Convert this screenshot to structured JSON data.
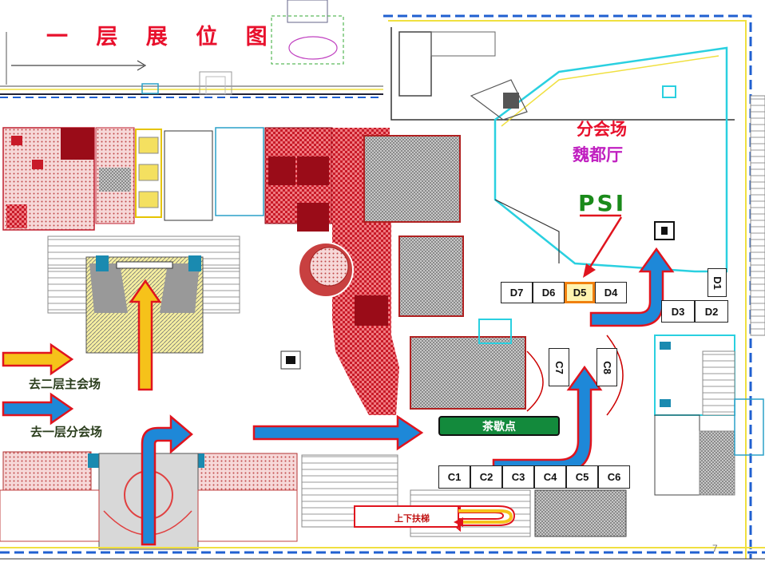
{
  "title": "一 层 展 位 图",
  "hall": {
    "line1": "分会场",
    "line2": "魏都厅"
  },
  "sponsor": "PSI",
  "legend": {
    "to_floor2": "去二层主会场",
    "to_floor1": "去一层分会场"
  },
  "tea_break": "茶歇点",
  "escalator": "上下扶梯",
  "page_number": "7",
  "booths_c": [
    "C1",
    "C2",
    "C3",
    "C4",
    "C5",
    "C6"
  ],
  "booths_d_row": [
    "D7",
    "D6",
    "D5",
    "D4"
  ],
  "booths_d_right": [
    "D3",
    "D2"
  ],
  "booth_d1": "D1",
  "booth_c7": "C7",
  "booth_c8": "C8",
  "highlighted_booth": "D5",
  "colors": {
    "title": "#e8102c",
    "hall_name": "#c020c0",
    "sponsor": "#1a8a1a",
    "arrow_blue": "#1e88d8",
    "arrow_yellow": "#f6c21a",
    "arrow_red_outline": "#e0141e",
    "tea_break_bg": "#138a3c",
    "booth_highlight": "#f08010"
  }
}
